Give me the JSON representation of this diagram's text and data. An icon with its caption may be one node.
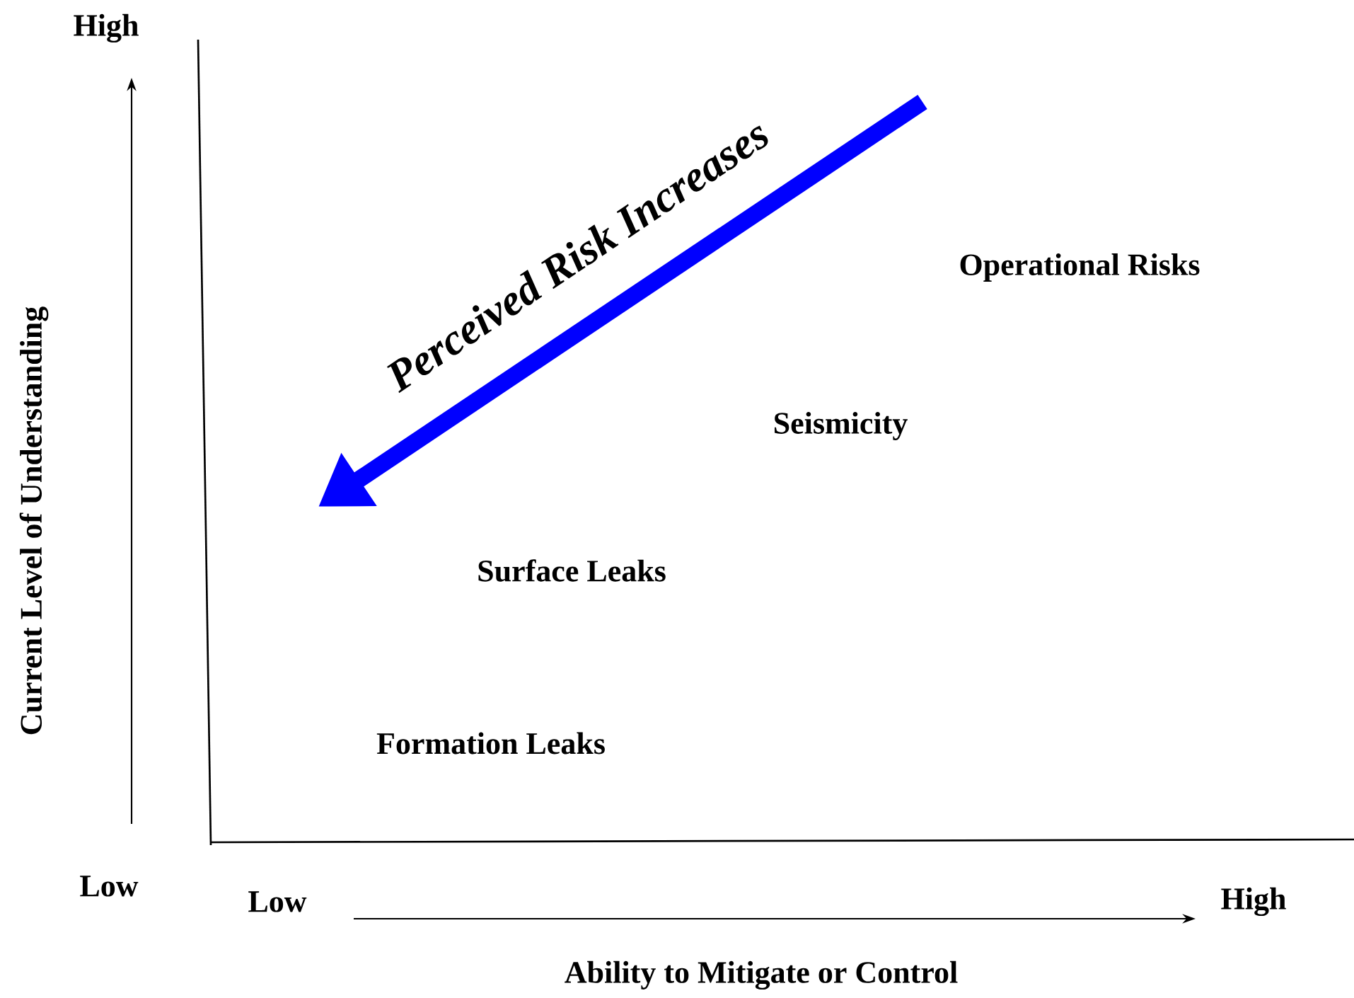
{
  "diagram": {
    "labels": [
      "High",
      "Perceived Risk Increases",
      "Operational Risks",
      "Current Level of Understanding",
      "Seismicity",
      "Surface Leaks",
      "Formation Leaks",
      "Low",
      "Low",
      "High",
      "Ability to Mitigate or Control"
    ]
  }
}
